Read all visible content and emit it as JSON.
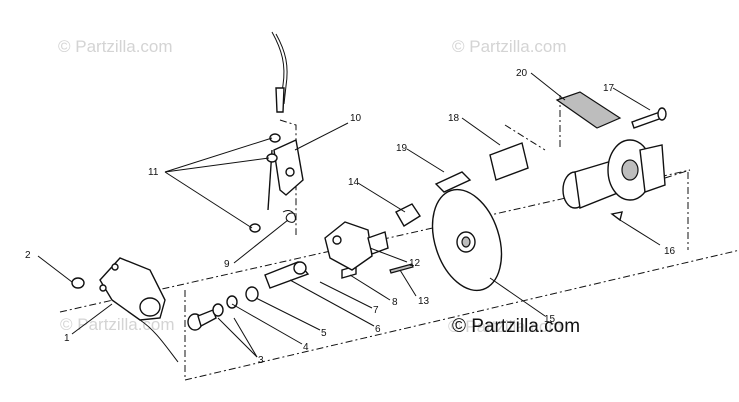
{
  "watermarks": [
    "© Partzilla.com",
    "© Partzilla.com",
    "© Partzilla.com",
    "© Partzilla.com"
  ],
  "credit": "© Partzilla.com",
  "callouts": [
    "1",
    "2",
    "3",
    "4",
    "5",
    "6",
    "7",
    "8",
    "9",
    "10",
    "11",
    "12",
    "13",
    "14",
    "15",
    "16",
    "17",
    "18",
    "19",
    "20"
  ],
  "colors": {
    "line": "#111111",
    "watermark": "#d4d4d4",
    "background": "#ffffff"
  }
}
